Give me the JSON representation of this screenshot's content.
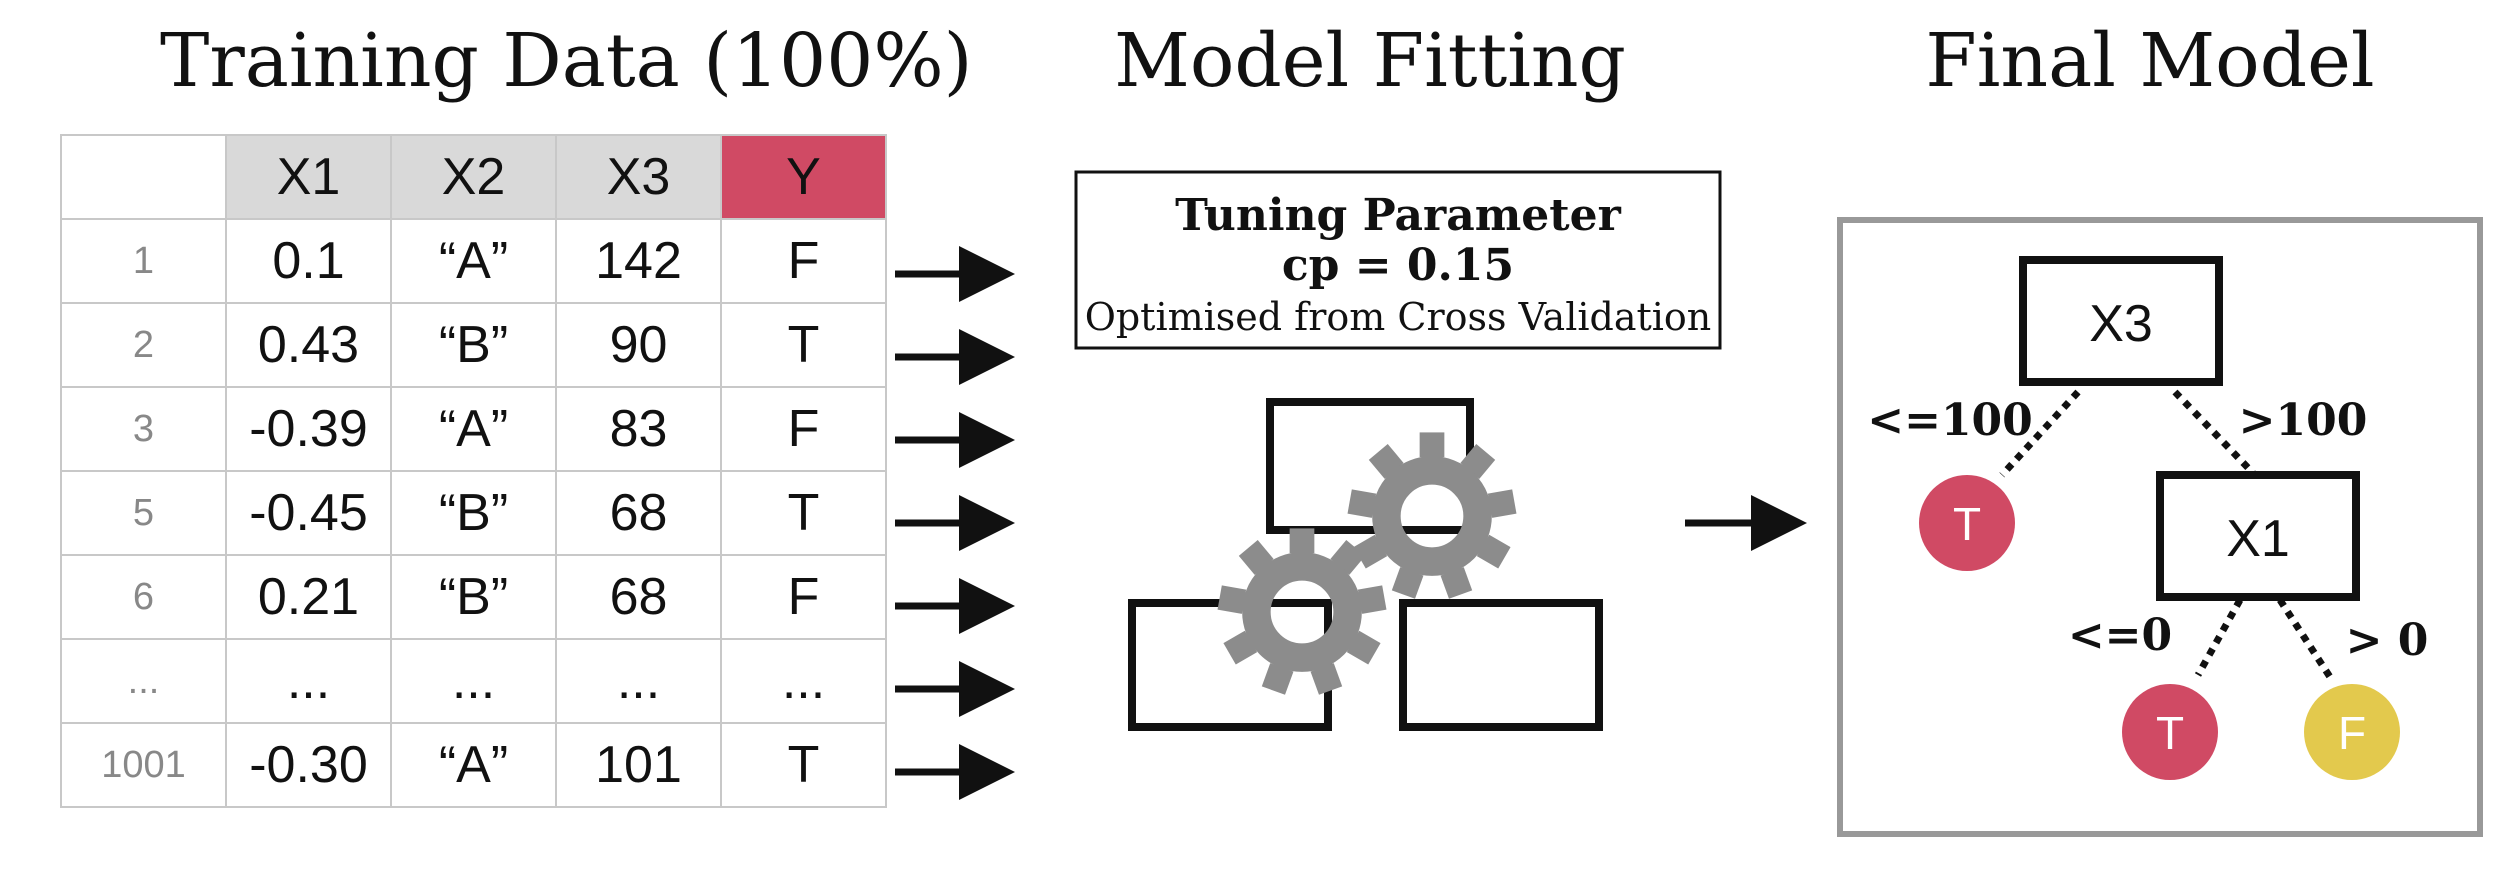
{
  "titles": {
    "training": "Training Data (100%)",
    "fitting": "Model Fitting",
    "final": "Final Model"
  },
  "table": {
    "columns": [
      "",
      "X1",
      "X2",
      "X3",
      "Y"
    ],
    "rows": [
      [
        "1",
        "0.1",
        "“A”",
        "142",
        "F"
      ],
      [
        "2",
        "0.43",
        "“B”",
        "90",
        "T"
      ],
      [
        "3",
        "-0.39",
        "“A”",
        "83",
        "F"
      ],
      [
        "5",
        "-0.45",
        "“B”",
        "68",
        "T"
      ],
      [
        "6",
        "0.21",
        "“B”",
        "68",
        "F"
      ],
      [
        "...",
        "...",
        "...",
        "...",
        "..."
      ],
      [
        "1001",
        "-0.30",
        "“A”",
        "101",
        "T"
      ]
    ]
  },
  "tuning": {
    "heading": "Tuning Parameter",
    "value": "cp = 0.15",
    "note": "Optimised from Cross Validation"
  },
  "tree": {
    "root": "X3",
    "left_edge": "<=100",
    "right_edge": ">100",
    "left_leaf": "T",
    "child": "X1",
    "child_left_edge": "<=0",
    "child_right_edge": "> 0",
    "child_left_leaf": "T",
    "child_right_leaf": "F"
  },
  "colors": {
    "target_header": "#d04a64",
    "leaf_true": "#d04a64",
    "leaf_false": "#e3c94d",
    "gear": "#8c8c8c",
    "frame": "#999999"
  }
}
